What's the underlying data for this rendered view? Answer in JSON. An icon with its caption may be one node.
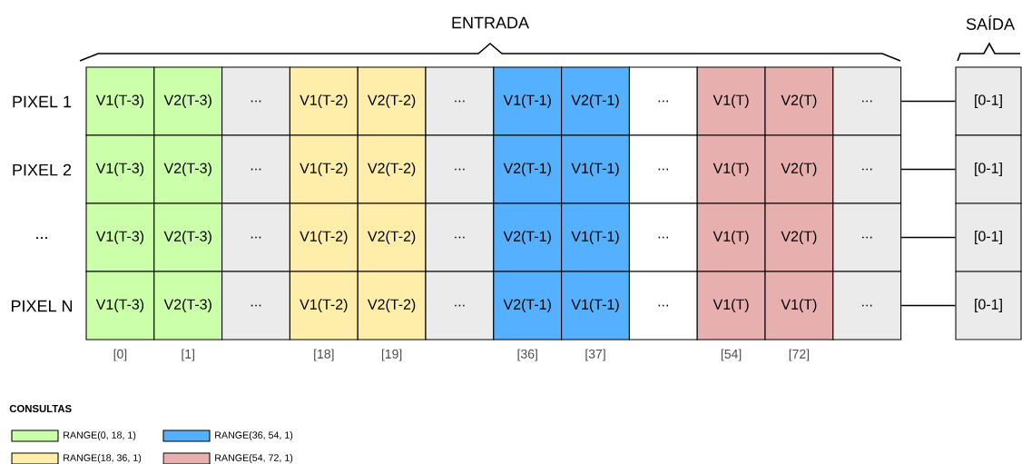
{
  "diagram": {
    "nodes": [
      {
        "text": [
          "V1(T-3)"
        ]
      },
      {
        "text": [
          "V2(T-3)"
        ]
      },
      {
        "text": [
          "..."
        ]
      },
      {
        "text": [
          "V1(T-2)"
        ]
      },
      {
        "text": [
          "V2(T-2)"
        ]
      },
      {
        "text": [
          "..."
        ]
      },
      {
        "text": [
          "V1(T-1)"
        ]
      },
      {
        "text": [
          "V2(T-1)"
        ]
      },
      {
        "text": [
          "..."
        ]
      },
      {
        "text": [
          "V1(T)"
        ]
      },
      {
        "text": [
          "V2(T)"
        ]
      },
      {
        "text": [
          "..."
        ]
      },
      {
        "text": [
          "[0-1]"
        ]
      },
      {
        "text": [
          "V1(T-3)"
        ]
      },
      {
        "text": [
          "V2(T-3)"
        ]
      },
      {
        "text": [
          "..."
        ]
      },
      {
        "text": [
          "V1(T-2)"
        ]
      },
      {
        "text": [
          "V2(T-2)"
        ]
      },
      {
        "text": [
          "..."
        ]
      },
      {
        "text": [
          "V2(T-1)"
        ]
      },
      {
        "text": [
          "V1(T-1)"
        ]
      },
      {
        "text": [
          "..."
        ]
      },
      {
        "text": [
          "V1(T)"
        ]
      },
      {
        "text": [
          "V2(T)"
        ]
      },
      {
        "text": [
          "..."
        ]
      },
      {
        "text": [
          "[0-1]"
        ]
      },
      {
        "text": [
          "V1(T-3)"
        ]
      },
      {
        "text": [
          "V2(T-3)"
        ]
      },
      {
        "text": [
          "..."
        ]
      },
      {
        "text": [
          "V1(T-2)"
        ]
      },
      {
        "text": [
          "V2(T-2)"
        ]
      },
      {
        "text": [
          "..."
        ]
      },
      {
        "text": [
          "V2(T-1)"
        ]
      },
      {
        "text": [
          "V1(T-1)"
        ]
      },
      {
        "text": [
          "..."
        ]
      },
      {
        "text": [
          "V1(T)"
        ]
      },
      {
        "text": [
          "V2(T)"
        ]
      },
      {
        "text": [
          "..."
        ]
      },
      {
        "text": [
          "[0-1]"
        ]
      },
      {
        "text": [
          "V1(T-3)"
        ]
      },
      {
        "text": [
          "V2(T-3)"
        ]
      },
      {
        "text": [
          "..."
        ]
      },
      {
        "text": [
          "V1(T-2)"
        ]
      },
      {
        "text": [
          "V2(T-2)"
        ]
      },
      {
        "text": [
          "..."
        ]
      },
      {
        "text": [
          "V2(T-1)"
        ]
      },
      {
        "text": [
          "V1(T-1)"
        ]
      },
      {
        "text": [
          "..."
        ]
      },
      {
        "text": [
          "V1(T)"
        ]
      },
      {
        "text": [
          "V1(T)"
        ]
      },
      {
        "text": [
          "..."
        ]
      },
      {
        "text": [
          "[0-1]"
        ]
      }
    ],
    "edges": [
      {
        "from": 11,
        "to": 12,
        "arrow": "none"
      },
      {
        "from": 24,
        "to": 25,
        "arrow": "none"
      },
      {
        "from": 37,
        "to": 38,
        "arrow": "none"
      },
      {
        "from": 50,
        "to": 51,
        "arrow": "none"
      }
    ],
    "labels": [
      "ENTRADA",
      "SAÍDA",
      "PIXEL 1",
      "PIXEL 2",
      "...",
      "PIXEL N",
      "[0]",
      "[1]",
      "[18]",
      "[19]",
      "[36]",
      "[37]",
      "[54]",
      "[72]",
      "CONSULTAS"
    ],
    "legend": [
      {
        "text": "RANGE(0, 18, 1)",
        "color": "#ccffaa"
      },
      {
        "text": "RANGE(18, 36, 1)",
        "color": "#ffeeaa"
      },
      {
        "text": "RANGE(36, 54, 1)",
        "color": "#55b0ff"
      },
      {
        "text": "RANGE(54, 72, 1)",
        "color": "#e8afaf"
      }
    ]
  }
}
